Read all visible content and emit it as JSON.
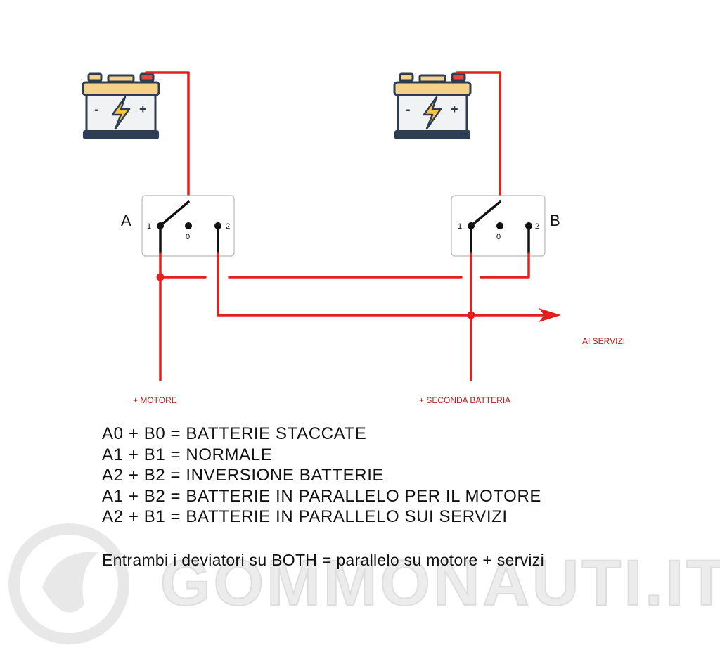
{
  "colors": {
    "wire_positive": "#e2201e",
    "wire_switch": "#111111",
    "battery_body": "#f1f2f3",
    "battery_top": "#f5d287",
    "battery_outline": "#2d3e52",
    "battery_bolt": "#f5c244",
    "watermark": "#e8e8e8"
  },
  "icons": {
    "battery_a": "battery-icon",
    "battery_b": "battery-icon"
  },
  "switches": {
    "a": {
      "letter": "A",
      "t1": "1",
      "t0": "0",
      "t2": "2"
    },
    "b": {
      "letter": "B",
      "t1": "1",
      "t0": "0",
      "t2": "2"
    }
  },
  "battery": {
    "minus": "-",
    "plus": "+"
  },
  "labels": {
    "services": "AI SERVIZI",
    "engine": "+ MOTORE",
    "second_battery": "+ SECONDA BATTERIA"
  },
  "legend": [
    "A0 + B0 = BATTERIE STACCATE",
    "A1 + B1 = NORMALE",
    "A2 + B2 = INVERSIONE BATTERIE",
    "A1 + B2 = BATTERIE IN PARALLELO PER IL MOTORE",
    "A2 + B1 = BATTERIE IN PARALLELO SUI SERVIZI"
  ],
  "note": "Entrambi i deviatori su BOTH = parallelo su motore + servizi",
  "watermark": {
    "text": "GOMMONAUTI.IT"
  }
}
